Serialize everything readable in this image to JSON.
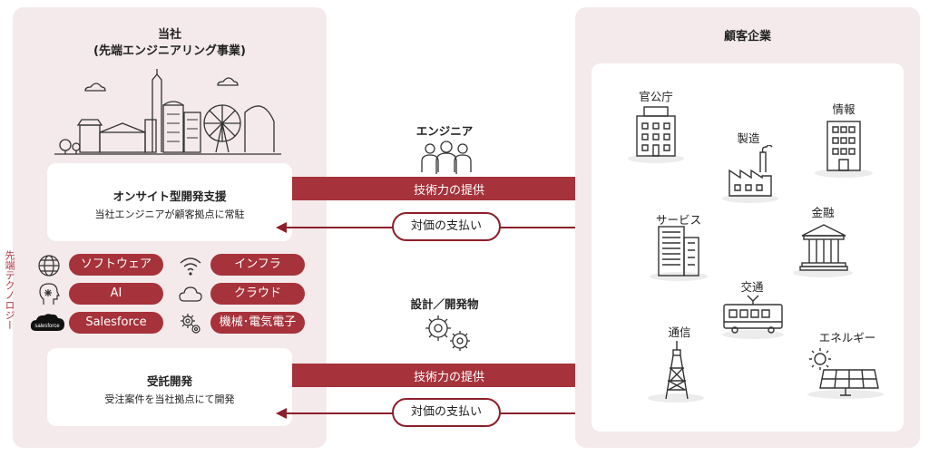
{
  "left": {
    "title_line1": "当社",
    "title_line2": "(先端エンジニアリング事業)",
    "onsite_title": "オンサイト型開発支援",
    "onsite_sub": "当社エンジニアが顧客拠点に常駐",
    "contract_title": "受託開発",
    "contract_sub": "受注案件を当社拠点にて開発",
    "tech_label": "先端テクノロジー",
    "tech": [
      {
        "label": "ソフトウェア",
        "icon": "globe-icon"
      },
      {
        "label": "インフラ",
        "icon": "wifi-icon"
      },
      {
        "label": "AI",
        "icon": "ai-head-icon"
      },
      {
        "label": "クラウド",
        "icon": "cloud-icon"
      },
      {
        "label": "Salesforce",
        "icon": "salesforce-logo"
      },
      {
        "label": "機械･電気電子",
        "icon": "gears-icon"
      }
    ]
  },
  "center": {
    "engineer_label": "エンジニア",
    "design_label": "設計／開発物",
    "provide_label_1": "技術力の提供",
    "pay_label_1": "対価の支払い",
    "provide_label_2": "技術力の提供",
    "pay_label_2": "対価の支払い"
  },
  "right": {
    "title": "顧客企業",
    "customers": [
      "官公庁",
      "製造",
      "情報",
      "サービス",
      "金融",
      "交通",
      "通信",
      "エネルギー"
    ]
  },
  "colors": {
    "accent": "#a6323b",
    "panel": "#f4eaeb",
    "dark": "#8c1f2a"
  }
}
